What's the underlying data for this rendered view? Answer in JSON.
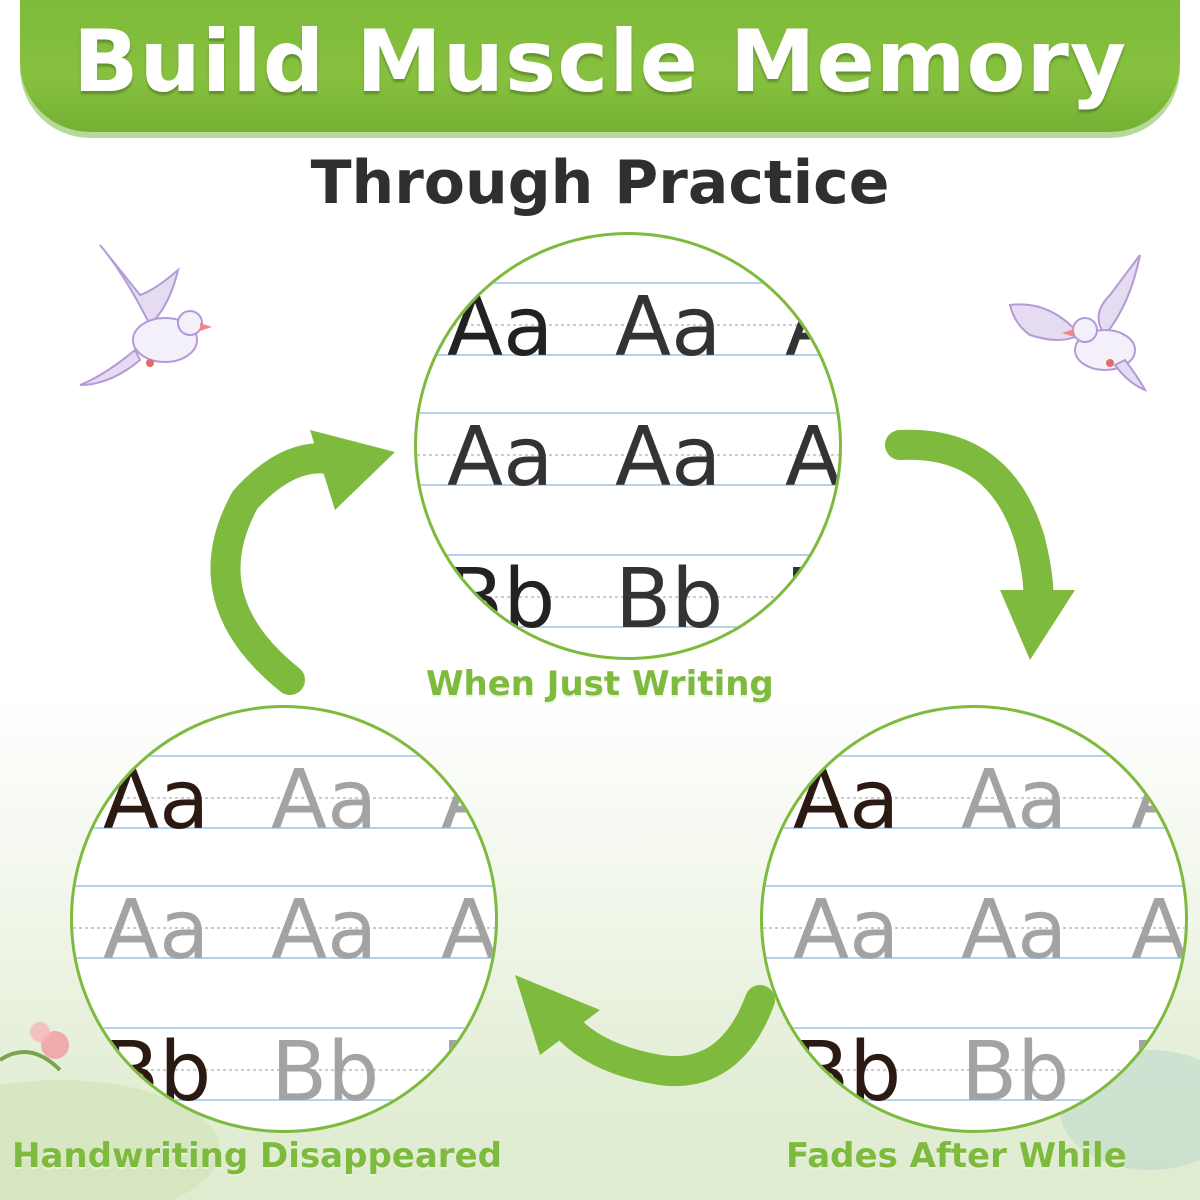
{
  "header": {
    "title": "Build Muscle Memory",
    "subtitle": "Through Practice"
  },
  "stages": [
    {
      "label": "When Just Writing"
    },
    {
      "label": "Fades After While"
    },
    {
      "label": "Handwriting Disappeared"
    }
  ],
  "practice_rows": [
    {
      "letters": [
        "Aa",
        "Aa",
        "A"
      ]
    },
    {
      "letters": [
        "Aa",
        "Aa",
        "A"
      ]
    },
    {
      "letters": [
        "Bb",
        "Bb",
        "B"
      ]
    }
  ],
  "colors": {
    "accent_green": "#7dba3e",
    "ink_dark": "#222222",
    "ink_faded": "#a3a3a3",
    "ink_brown": "#2b1a12"
  },
  "decorations": [
    "dove-icon",
    "dove-icon",
    "arrow-icon",
    "arrow-icon",
    "arrow-icon"
  ]
}
